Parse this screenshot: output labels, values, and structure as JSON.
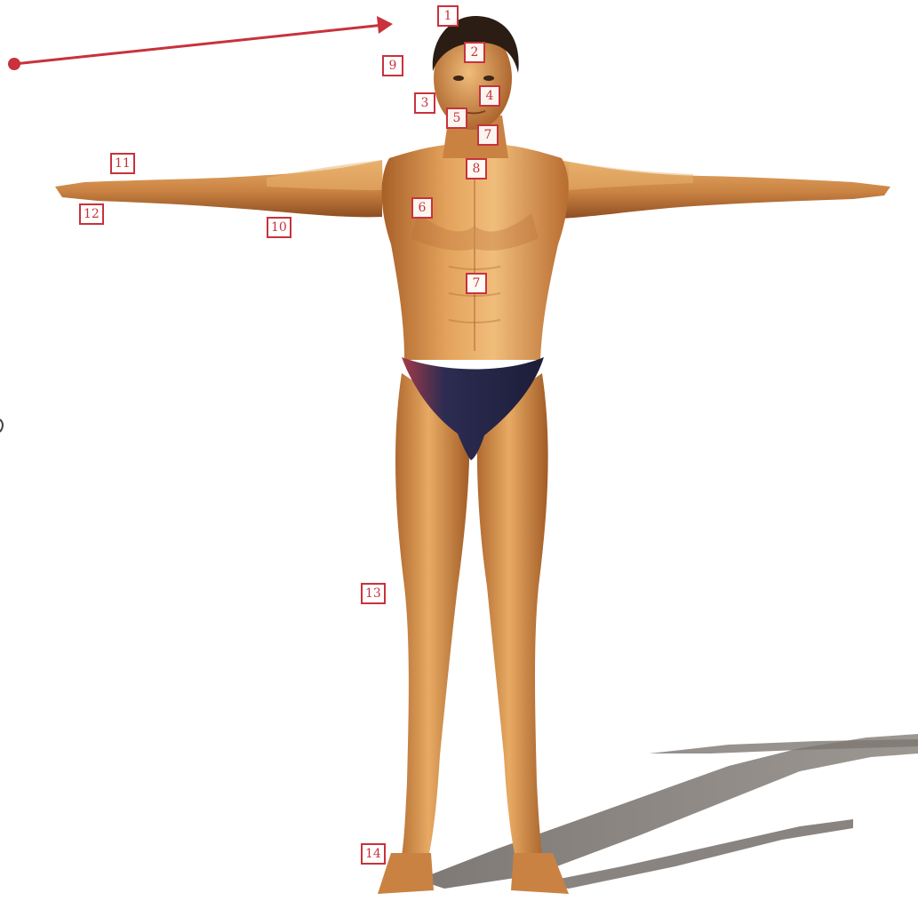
{
  "colors": {
    "background": "#ffffff",
    "skin": "#d9944e",
    "skin_light": "#f0bd7a",
    "skin_dark": "#a85f28",
    "briefs": "#232444",
    "briefs_highlight": "#a23a48",
    "hair": "#2b1d14",
    "shadow": "#8c857f",
    "marker": "#c8323c",
    "arrow": "#c8323c"
  },
  "icons": {
    "pointer": "arrow-icon",
    "pointer_origin": "dot-icon"
  },
  "markers": [
    {
      "id": "1",
      "label": "1"
    },
    {
      "id": "2",
      "label": "2"
    },
    {
      "id": "3",
      "label": "3"
    },
    {
      "id": "4",
      "label": "4"
    },
    {
      "id": "5",
      "label": "5"
    },
    {
      "id": "7a",
      "label": "7"
    },
    {
      "id": "9",
      "label": "9"
    },
    {
      "id": "8",
      "label": "8"
    },
    {
      "id": "11",
      "label": "11"
    },
    {
      "id": "12",
      "label": "12"
    },
    {
      "id": "6",
      "label": "6"
    },
    {
      "id": "10",
      "label": "10"
    },
    {
      "id": "7b",
      "label": "7"
    },
    {
      "id": "13",
      "label": "13"
    },
    {
      "id": "14",
      "label": "14"
    }
  ]
}
